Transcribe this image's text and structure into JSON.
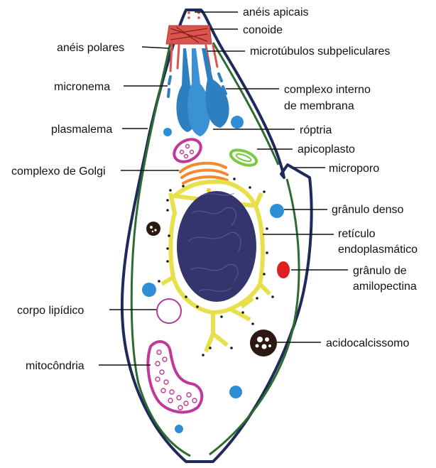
{
  "labels": {
    "aneis_apicais": "anéis apicais",
    "conoide": "conoide",
    "aneis_polares": "anéis polares",
    "microtubulos": "microtúbulos subpeliculares",
    "micronema": "micronema",
    "complexo_interno_1": "complexo interno",
    "complexo_interno_2": "de membrana",
    "plasmalema": "plasmalema",
    "roptria": "róptria",
    "apicoplasto": "apicoplasto",
    "golgi": "complexo de Golgi",
    "microporo": "microporo",
    "granulo_denso": "grânulo denso",
    "reticulo_1": "retículo",
    "reticulo_2": "endoplasmático",
    "granulo_amilo_1": "grânulo de",
    "granulo_amilo_2": "amilopectina",
    "corpo_lipidico": "corpo lipídico",
    "acidocalcissomo": "acidocalcissomo",
    "mitocondria": "mitocôndria"
  },
  "colors": {
    "cell_outline": "#1f2a5c",
    "inner_membrane": "#2e6b2e",
    "nucleus": "#35356e",
    "er": "#e8e04a",
    "rhoptry": "#2e7fc0",
    "conoid": "#d9534f",
    "golgi": "#f08a2c",
    "apicoplast": "#7ac943",
    "mitochondria": "#c0399a",
    "dense_granule": "#2e8fd6",
    "amylopectin": "#e02020",
    "lipid_body": "#b03aa0",
    "acidocalcisome": "#2a1a12"
  }
}
